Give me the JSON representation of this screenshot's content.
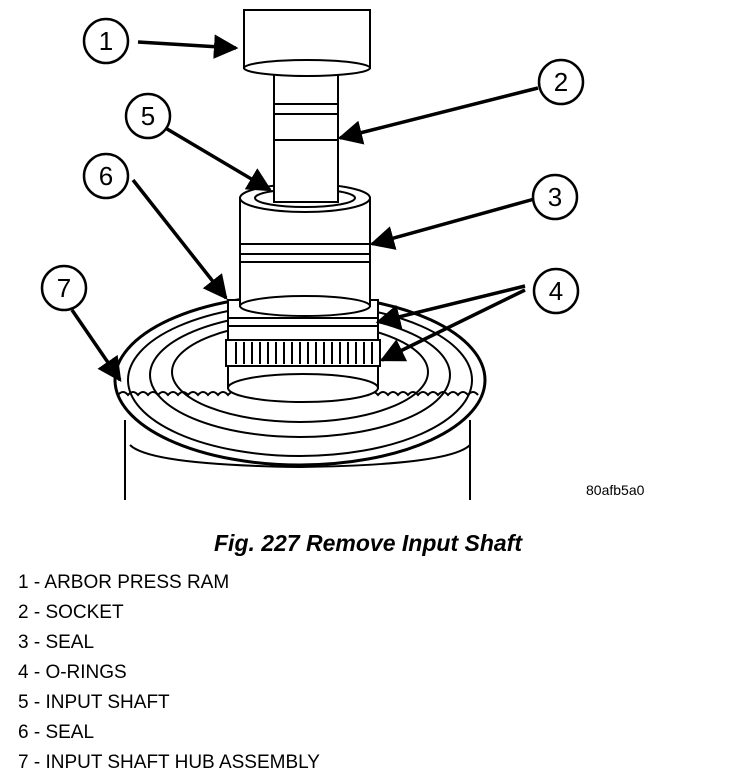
{
  "figure": {
    "ref_code": "80afb5a0",
    "caption": "Fig. 227 Remove Input Shaft"
  },
  "callouts": [
    "1",
    "2",
    "3",
    "4",
    "5",
    "6",
    "7"
  ],
  "legend": [
    "1 - ARBOR PRESS RAM",
    "2 - SOCKET",
    "3 - SEAL",
    "4 - O-RINGS",
    "5 - INPUT SHAFT",
    "6 - SEAL",
    "7 - INPUT SHAFT HUB ASSEMBLY"
  ]
}
